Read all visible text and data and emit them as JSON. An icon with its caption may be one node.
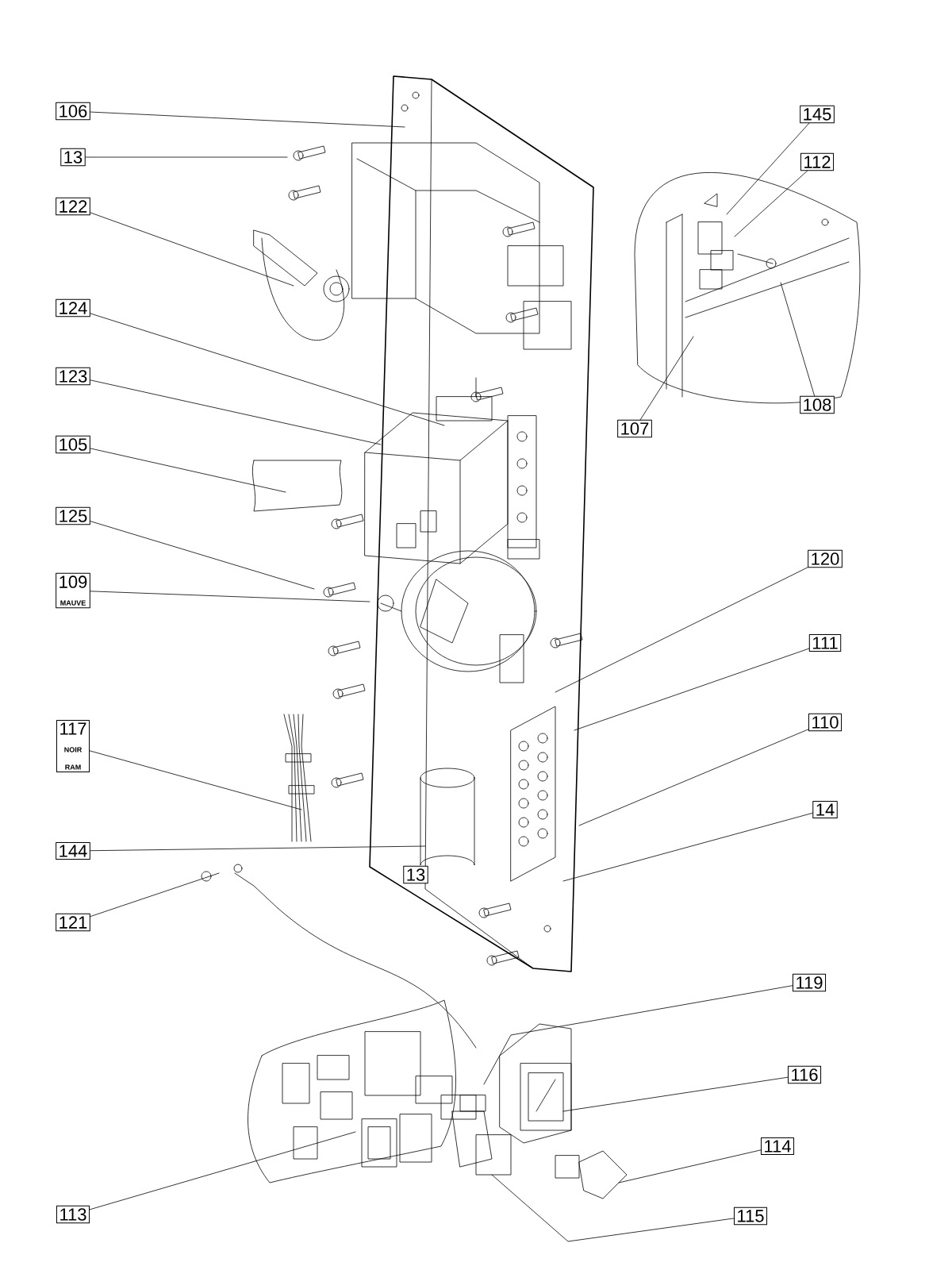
{
  "diagram": {
    "nodes": [
      {
        "text": [
          "106"
        ]
      },
      {
        "text": [
          "13"
        ]
      },
      {
        "text": [
          "122"
        ]
      },
      {
        "text": [
          "145"
        ]
      },
      {
        "text": [
          "112"
        ]
      },
      {
        "text": [
          "124"
        ]
      },
      {
        "text": [
          "123"
        ]
      },
      {
        "text": [
          "107"
        ]
      },
      {
        "text": [
          "108"
        ]
      },
      {
        "text": [
          "105"
        ]
      },
      {
        "text": [
          "125"
        ]
      },
      {
        "text": [
          "120"
        ]
      },
      {
        "text": [
          "109",
          "MAUVE"
        ]
      },
      {
        "text": [
          "111"
        ]
      },
      {
        "text": [
          "110"
        ]
      },
      {
        "text": [
          "117",
          "NOIR",
          "RAM"
        ]
      },
      {
        "text": [
          "14"
        ]
      },
      {
        "text": [
          "144"
        ]
      },
      {
        "text": [
          "13"
        ]
      },
      {
        "text": [
          "121"
        ]
      },
      {
        "text": [
          "119"
        ]
      },
      {
        "text": [
          "116"
        ]
      },
      {
        "text": [
          "114"
        ]
      },
      {
        "text": [
          "113"
        ]
      },
      {
        "text": [
          "115"
        ]
      }
    ],
    "edges": [
      {
        "from": 0,
        "to": null,
        "arrow": "none"
      },
      {
        "from": 1,
        "to": null,
        "arrow": "none"
      },
      {
        "from": 2,
        "to": null,
        "arrow": "none"
      },
      {
        "from": 3,
        "to": null,
        "arrow": "none"
      },
      {
        "from": 4,
        "to": null,
        "arrow": "none"
      },
      {
        "from": 5,
        "to": null,
        "arrow": "none"
      },
      {
        "from": 6,
        "to": null,
        "arrow": "none"
      },
      {
        "from": 7,
        "to": null,
        "arrow": "none"
      },
      {
        "from": 8,
        "to": null,
        "arrow": "none"
      },
      {
        "from": 9,
        "to": null,
        "arrow": "none"
      },
      {
        "from": 10,
        "to": null,
        "arrow": "none"
      },
      {
        "from": 11,
        "to": null,
        "arrow": "none"
      },
      {
        "from": 12,
        "to": null,
        "arrow": "none"
      },
      {
        "from": 13,
        "to": null,
        "arrow": "none"
      },
      {
        "from": 14,
        "to": null,
        "arrow": "none"
      },
      {
        "from": 15,
        "to": null,
        "arrow": "none"
      },
      {
        "from": 16,
        "to": null,
        "arrow": "none"
      },
      {
        "from": 17,
        "to": null,
        "arrow": "none"
      },
      {
        "from": 19,
        "to": null,
        "arrow": "none"
      },
      {
        "from": 20,
        "to": null,
        "arrow": "none"
      },
      {
        "from": 21,
        "to": null,
        "arrow": "none"
      },
      {
        "from": 22,
        "to": null,
        "arrow": "none"
      },
      {
        "from": 23,
        "to": null,
        "arrow": "none"
      },
      {
        "from": 24,
        "to": null,
        "arrow": "none"
      }
    ]
  }
}
